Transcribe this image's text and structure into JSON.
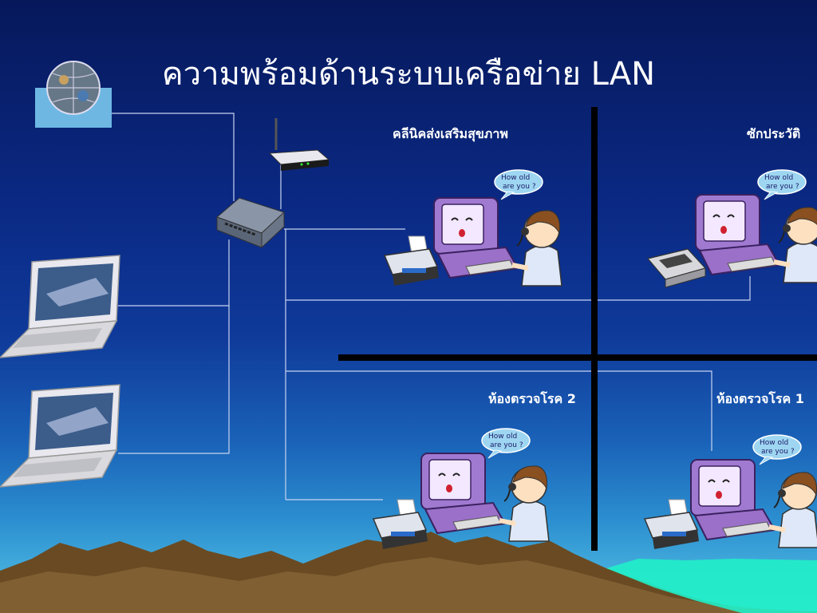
{
  "title": "ความพร้อมด้านระบบเครือข่าย LAN",
  "rooms": {
    "clinic": "คลีนิคส่งเสริมสุขภาพ",
    "history": "ซักประวัติ",
    "exam2": "ห้องตรวจโรค 2",
    "exam1": "ห้องตรวจโรค 1"
  },
  "speech_bubble_lines": [
    "How old",
    "are you ?"
  ],
  "colors": {
    "background_top": "#06185a",
    "background_bottom": "#58c6e6",
    "divider": "#000000",
    "network_line": "#c8d4f0"
  },
  "icons": [
    "globe-icon",
    "wireless-router-icon",
    "network-switch-icon",
    "laptop-icon",
    "printer-icon",
    "dot-matrix-printer-icon",
    "user-at-computer-icon"
  ]
}
